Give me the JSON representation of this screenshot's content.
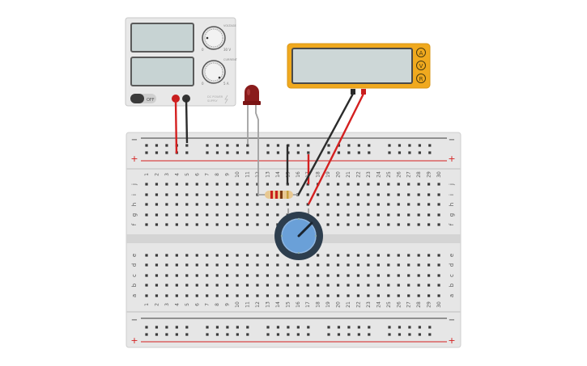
{
  "power_supply": {
    "switch_label": "OFF",
    "knob1_tag": "30 V",
    "knob2_tag": "5 A",
    "knob1_min": "0",
    "knob2_min": "0",
    "brand_line1": "DC POWER",
    "brand_line2": "SUPPLY",
    "knob1_title": "VOLTAGE",
    "knob2_title": "CURRENT"
  },
  "multimeter": {
    "mode_a": "A",
    "mode_v": "V",
    "mode_r": "R",
    "display_value": ""
  },
  "breadboard": {
    "columns": [
      "1",
      "2",
      "3",
      "4",
      "5",
      "6",
      "7",
      "8",
      "9",
      "10",
      "11",
      "12",
      "13",
      "14",
      "15",
      "16",
      "17",
      "18",
      "19",
      "20",
      "21",
      "22",
      "23",
      "24",
      "25",
      "26",
      "27",
      "28",
      "29",
      "30"
    ],
    "rows_top": [
      "j",
      "i",
      "h",
      "g",
      "f"
    ],
    "rows_bottom": [
      "e",
      "d",
      "c",
      "b",
      "a"
    ],
    "rail_minus": "−",
    "rail_plus": "+"
  },
  "colors": {
    "wire_red": "#d42020",
    "wire_black": "#2b2b2b",
    "led": "#8a1c1c",
    "multimeter_body": "#f0a91e",
    "knob_blue": "#6aa0d8",
    "breadboard": "#e4e4e4"
  }
}
